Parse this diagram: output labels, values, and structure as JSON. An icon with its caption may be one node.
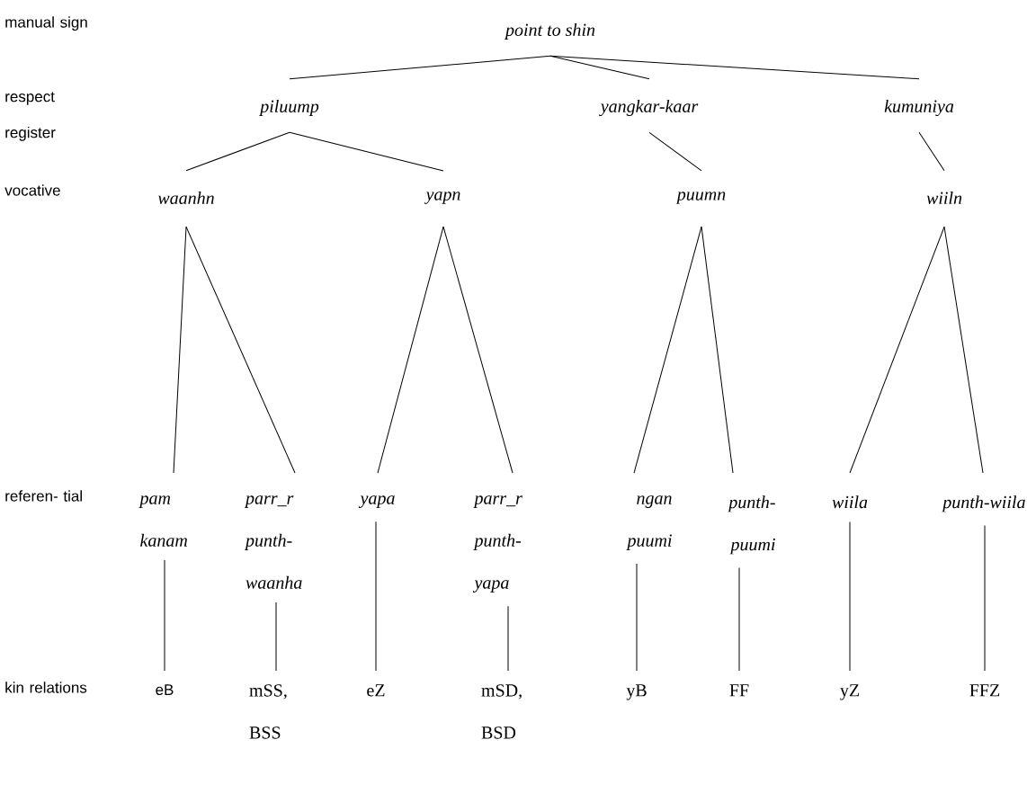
{
  "diagram": {
    "nodes": [
      {
        "text": [
          "point to shin"
        ]
      },
      {
        "text": [
          "piluump"
        ]
      },
      {
        "text": [
          "yangkar-kaar"
        ]
      },
      {
        "text": [
          "kumuniya"
        ]
      },
      {
        "text": [
          "waanhn"
        ]
      },
      {
        "text": [
          "yapn"
        ]
      },
      {
        "text": [
          "puumn"
        ]
      },
      {
        "text": [
          "wiiln"
        ]
      },
      {
        "text": [
          "pam kanam"
        ]
      },
      {
        "text": [
          "parr_r punth-waanha"
        ]
      },
      {
        "text": [
          "yapa"
        ]
      },
      {
        "text": [
          "parr_r punth-yapa"
        ]
      },
      {
        "text": [
          "ngan puumi"
        ]
      },
      {
        "text": [
          "punth-puumi"
        ]
      },
      {
        "text": [
          "wiila"
        ]
      },
      {
        "text": [
          "punth-wiila"
        ]
      },
      {
        "text": [
          "eB"
        ]
      },
      {
        "text": [
          "mSS, BSS"
        ]
      },
      {
        "text": [
          "eZ"
        ]
      },
      {
        "text": [
          "mSD, BSD"
        ]
      },
      {
        "text": [
          "yB"
        ]
      },
      {
        "text": [
          "FF"
        ]
      },
      {
        "text": [
          "yZ"
        ]
      },
      {
        "text": [
          "FFZ"
        ]
      }
    ],
    "edges": [
      {
        "from": 0,
        "to": 1,
        "arrow": "none"
      },
      {
        "from": 0,
        "to": 2,
        "arrow": "none"
      },
      {
        "from": 0,
        "to": 3,
        "arrow": "none"
      },
      {
        "from": 1,
        "to": 4,
        "arrow": "none"
      },
      {
        "from": 1,
        "to": 5,
        "arrow": "none"
      },
      {
        "from": 2,
        "to": 6,
        "arrow": "none"
      },
      {
        "from": 3,
        "to": 7,
        "arrow": "none"
      },
      {
        "from": 4,
        "to": 8,
        "arrow": "none"
      },
      {
        "from": 4,
        "to": 9,
        "arrow": "none"
      },
      {
        "from": 5,
        "to": 10,
        "arrow": "none"
      },
      {
        "from": 5,
        "to": 11,
        "arrow": "none"
      },
      {
        "from": 6,
        "to": 12,
        "arrow": "none"
      },
      {
        "from": 6,
        "to": 13,
        "arrow": "none"
      },
      {
        "from": 7,
        "to": 14,
        "arrow": "none"
      },
      {
        "from": 7,
        "to": 15,
        "arrow": "none"
      },
      {
        "from": 8,
        "to": 16,
        "arrow": "none"
      },
      {
        "from": 9,
        "to": 17,
        "arrow": "none"
      },
      {
        "from": 10,
        "to": 18,
        "arrow": "none"
      },
      {
        "from": 11,
        "to": 19,
        "arrow": "none"
      },
      {
        "from": 12,
        "to": 20,
        "arrow": "none"
      },
      {
        "from": 13,
        "to": 21,
        "arrow": "none"
      },
      {
        "from": 14,
        "to": 22,
        "arrow": "none"
      },
      {
        "from": 15,
        "to": 23,
        "arrow": "none"
      }
    ],
    "labels": [
      "manual sign",
      "respect register",
      "vocative",
      "referen- tial",
      "kin relations"
    ]
  }
}
